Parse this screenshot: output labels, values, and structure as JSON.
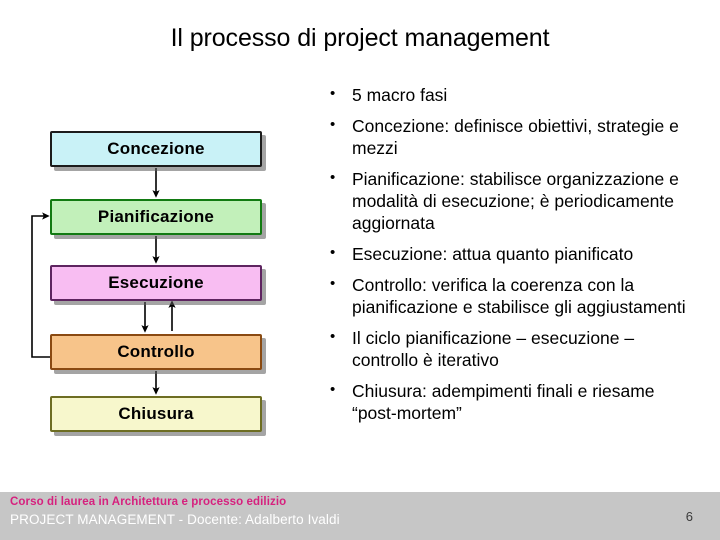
{
  "slide": {
    "title": "Il processo di project management",
    "page_number": "6"
  },
  "diagram": {
    "boxes": [
      {
        "label": "Concezione",
        "fill": "#c9f2f7",
        "border": "#1c1c1c"
      },
      {
        "label": "Pianificazione",
        "fill": "#c2f0ba",
        "border": "#127a12"
      },
      {
        "label": "Esecuzione",
        "fill": "#f8bdf2",
        "border": "#5e2460"
      },
      {
        "label": "Controllo",
        "fill": "#f7c48a",
        "border": "#8a4a12"
      },
      {
        "label": "Chiusura",
        "fill": "#f7f7cc",
        "border": "#6d6d22"
      }
    ],
    "connectors": [
      {
        "from": "Concezione",
        "to": "Pianificazione",
        "kind": "arrow-down"
      },
      {
        "from": "Pianificazione",
        "to": "Esecuzione",
        "kind": "arrow-down"
      },
      {
        "from": "Esecuzione",
        "to": "Controllo",
        "kind": "arrow-down"
      },
      {
        "from": "Controllo",
        "to": "Esecuzione",
        "kind": "arrow-up"
      },
      {
        "from": "Controllo",
        "to": "Chiusura",
        "kind": "arrow-down"
      },
      {
        "from": "Controllo",
        "to": "Pianificazione",
        "kind": "feedback-loop-left"
      }
    ]
  },
  "bullets": [
    "5 macro fasi",
    "Concezione: definisce obiettivi, strategie e mezzi",
    "Pianificazione: stabilisce organizzazione e modalità di esecuzione; è periodicamente aggiornata",
    "Esecuzione: attua quanto pianificato",
    "Controllo: verifica la coerenza con la pianificazione e stabilisce gli aggiustamenti",
    "Il ciclo pianificazione – esecuzione – controllo è iterativo",
    "Chiusura: adempimenti finali e riesame “post-mortem”"
  ],
  "footer": {
    "course": "Corso di laurea in Architettura e processo edilizio",
    "subtitle": "PROJECT MANAGEMENT - Docente: Adalberto Ivaldi",
    "course_color": "#d6217e",
    "subtitle_color": "#ffffff",
    "bar_color": "#c6c6c6"
  }
}
